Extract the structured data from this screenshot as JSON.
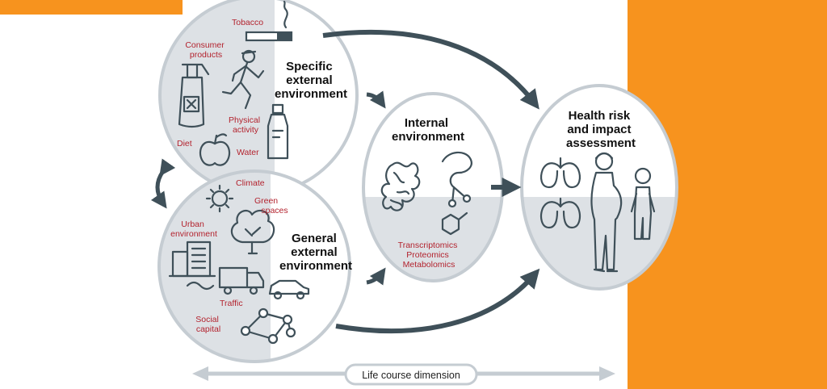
{
  "colors": {
    "accent": "#f7931e",
    "circle_fill": "#dde1e5",
    "outline": "#c5ccd2",
    "arrow": "#3f5059",
    "label_red": "#b3232e"
  },
  "specific": {
    "title": [
      "Specific",
      "external",
      "environment"
    ],
    "labels": {
      "tobacco": "Tobacco",
      "consumer": [
        "Consumer",
        "products"
      ],
      "physical": [
        "Physical",
        "activity"
      ],
      "diet": "Diet",
      "water": "Water"
    }
  },
  "general": {
    "title": [
      "General",
      "external",
      "environment"
    ],
    "labels": {
      "climate": "Climate",
      "green": [
        "Green",
        "spaces"
      ],
      "urban": [
        "Urban",
        "environment"
      ],
      "traffic": "Traffic",
      "social": [
        "Social",
        "capital"
      ]
    }
  },
  "internal": {
    "title": [
      "Internal",
      "environment"
    ],
    "omics": [
      "Transcriptomics",
      "Proteomics",
      "Metabolomics"
    ]
  },
  "health": {
    "title": [
      "Health risk",
      "and impact",
      "assessment"
    ]
  },
  "life_course": "Life course dimension",
  "icons": [
    "cigarette-icon",
    "spray-bottle-icon",
    "runner-icon",
    "water-bottle-icon",
    "apple-icon",
    "sun-icon",
    "tree-icon",
    "buildings-icon",
    "truck-icon",
    "car-icon",
    "network-icon",
    "protein-icon",
    "molecule-icon",
    "lungs-icon",
    "pregnant-woman-icon",
    "child-icon"
  ]
}
